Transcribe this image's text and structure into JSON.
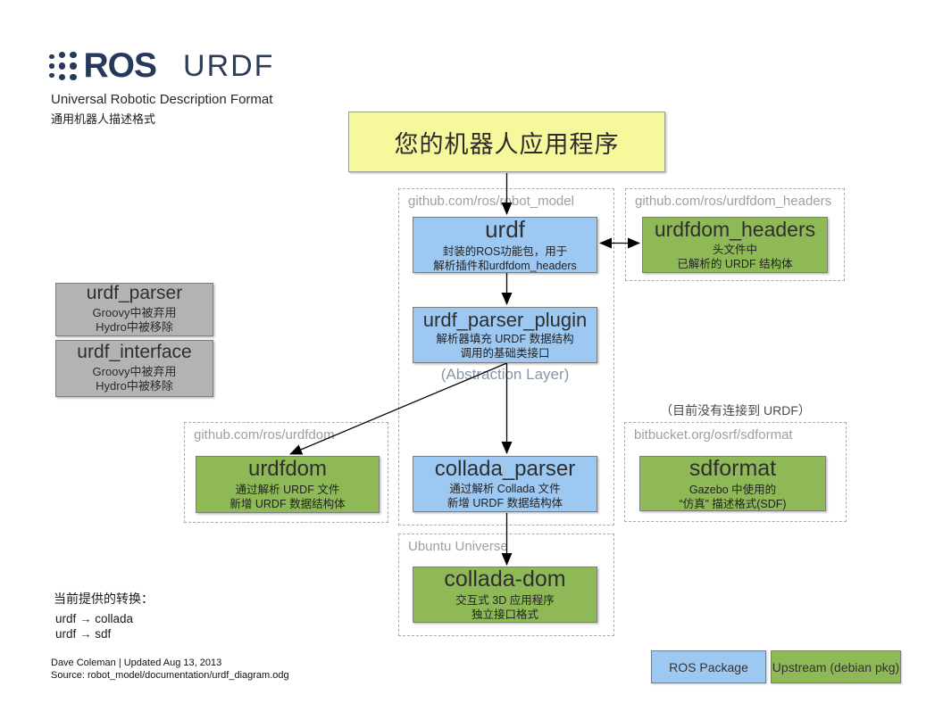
{
  "header": {
    "logo_text": "ROS",
    "title": "URDF",
    "subtitle_en": "Universal Robotic Description Format",
    "subtitle_zh": "通用机器人描述格式"
  },
  "app_box": {
    "label": "您的机器人应用程序"
  },
  "containers": {
    "robot_model": {
      "label": "github.com/ros/robot_model"
    },
    "urdfdom_headers": {
      "label": "github.com/ros/urdfdom_headers"
    },
    "urdfdom": {
      "label": "github.com/ros/urdfdom"
    },
    "sdformat": {
      "label": "bitbucket.org/osrf/sdformat"
    },
    "ubuntu": {
      "label": "Ubuntu Universe"
    }
  },
  "nodes": {
    "urdf": {
      "title": "urdf",
      "desc": "封装的ROS功能包，用于\n解析插件和urdfdom_headers"
    },
    "urdfdom_headers": {
      "title": "urdfdom_headers",
      "desc": "头文件中\n已解析的 URDF 结构体"
    },
    "urdf_parser": {
      "title": "urdf_parser",
      "desc": "Groovy中被弃用\nHydro中被移除"
    },
    "urdf_interface": {
      "title": "urdf_interface",
      "desc": "Groovy中被弃用\nHydro中被移除"
    },
    "urdf_parser_plugin": {
      "title": "urdf_parser_plugin",
      "desc": "解析器填充 URDF 数据结构\n调用的基础类接口"
    },
    "urdfdom": {
      "title": "urdfdom",
      "desc": "通过解析 URDF 文件\n新增 URDF 数据结构体"
    },
    "collada_parser": {
      "title": "collada_parser",
      "desc": "通过解析 Collada 文件\n新增 URDF 数据结构体"
    },
    "sdformat": {
      "title": "sdformat",
      "desc": "Gazebo 中使用的\n“仿真” 描述格式(SDF)"
    },
    "collada_dom": {
      "title": "collada-dom",
      "desc": "交互式 3D 应用程序\n独立接口格式"
    }
  },
  "annotations": {
    "abstraction_layer": "(Abstraction Layer)",
    "sdformat_note": "（目前没有连接到 URDF）",
    "conversions_title": "当前提供的转换：",
    "conversion_1": "urdf → collada",
    "conversion_2": "urdf → sdf"
  },
  "legend": {
    "ros_package": "ROS Package",
    "upstream": "Upstream (debian pkg)"
  },
  "footer": {
    "line1": "Dave Coleman | Updated Aug 13, 2013",
    "line2": "Source: robot_model/documentation/urdf_diagram.odg"
  },
  "colors": {
    "ros_package_fill": "#9DC8F2",
    "upstream_fill": "#8EB956",
    "deprecated_fill": "#B3B3B3",
    "application_fill": "#F7F79C",
    "logo_navy": "#26395C",
    "container_label_gray": "#9aa0a4"
  }
}
